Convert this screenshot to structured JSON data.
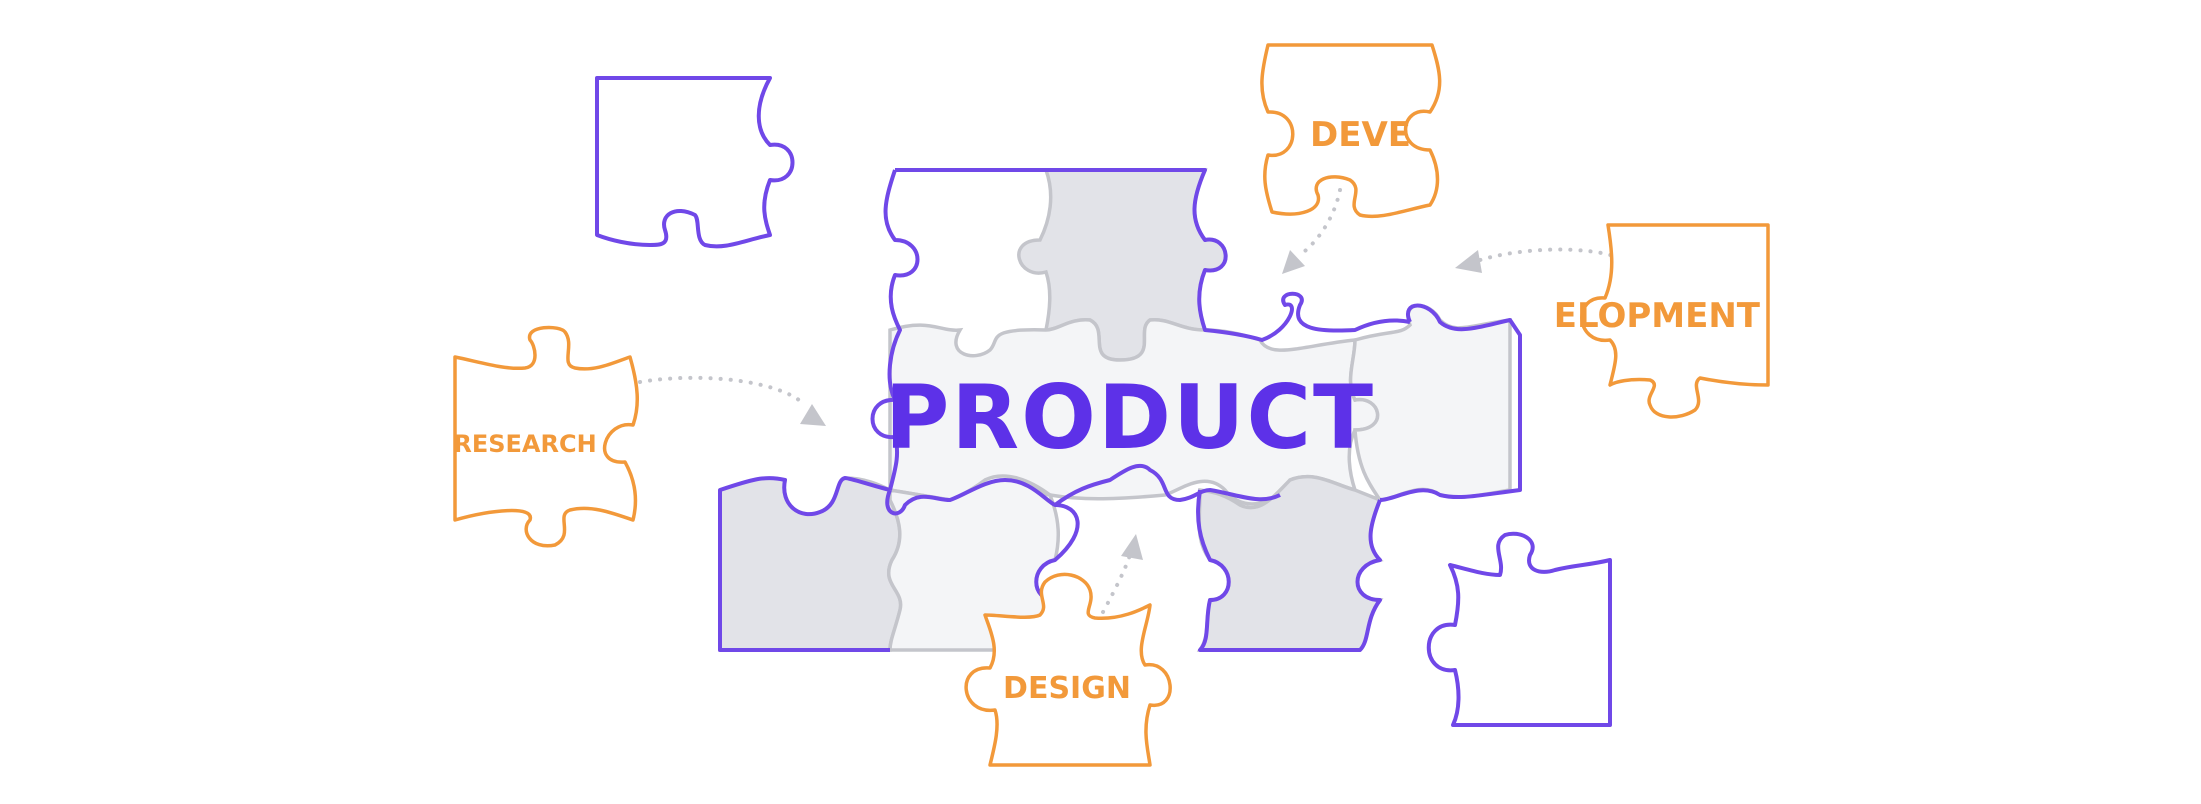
{
  "center_label": "PRODUCT",
  "pieces": {
    "research": "RESEARCH",
    "design": "DESIGN",
    "deve": "DEVE",
    "elopment": "ELOPMENT"
  },
  "colors": {
    "outline": "#7048e8",
    "title": "#5d31e8",
    "accent": "#f2993a",
    "grey_piece": "#e2e3e8",
    "light_piece": "#f4f5f7",
    "connector": "#c4c5cb"
  }
}
